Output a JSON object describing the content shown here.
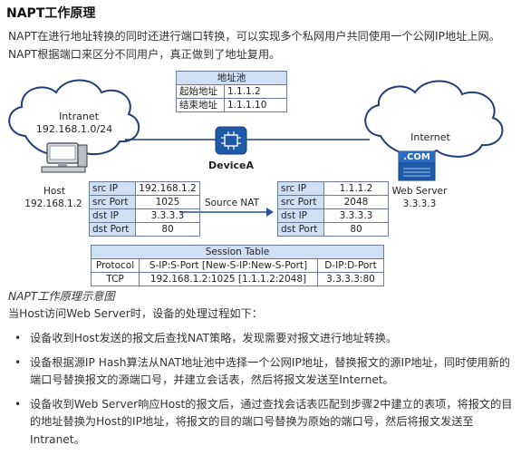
{
  "title": "NAPT工作原理",
  "intro": "NAPT在进行地址转换的同时还进行端口转换，可以实现多个私网用户共同使用一个公网IP地址上网。NAPT根据端口来区分不同用户，真正做到了地址复用。",
  "diagram": {
    "intranet_label": "Intranet",
    "intranet_subnet": "192.168.1.0/24",
    "internet_label": "Internet",
    "com_label": ".COM",
    "device_label": "DeviceA",
    "host_label": "Host",
    "host_ip": "192.168.1.2",
    "server_label": "Web Server",
    "server_ip": "3.3.3.3",
    "source_nat_label": "Source NAT",
    "address_pool": {
      "header": "地址池",
      "rows": [
        [
          "起始地址",
          "1.1.1.2"
        ],
        [
          "结束地址",
          "1.1.1.10"
        ]
      ]
    },
    "packet_before": [
      [
        "src IP",
        "192.168.1.2"
      ],
      [
        "src Port",
        "1025"
      ],
      [
        "dst IP",
        "3.3.3.3"
      ],
      [
        "dst Port",
        "80"
      ]
    ],
    "packet_after": [
      [
        "src IP",
        "1.1.1.2"
      ],
      [
        "src Port",
        "2048"
      ],
      [
        "dst IP",
        "3.3.3.3"
      ],
      [
        "dst Port",
        "80"
      ]
    ],
    "session_table": {
      "header": "Session Table",
      "columns": [
        "Protocol",
        "S-IP:S-Port [New-S-IP:New-S-Port]",
        "D-IP:D-Port"
      ],
      "row": [
        "TCP",
        "192.168.1.2:1025 [1.1.1.2:2048]",
        "3.3.3.3:80"
      ]
    },
    "colors": {
      "cloud_stroke": "#1f3f7a",
      "device_fill": "#1e5aa8",
      "table_header": "#cfe0f5",
      "table_border": "#6d7a96",
      "arrow": "#2a4f9c"
    }
  },
  "caption": "NAPT工作原理示意图",
  "process_intro": "当Host访问Web Server时，设备的处理过程如下：",
  "steps": [
    "设备收到Host发送的报文后查找NAT策略，发现需要对报文进行地址转换。",
    "设备根据源IP Hash算法从NAT地址池中选择一个公网IP地址，替换报文的源IP地址，同时使用新的端口号替换报文的源端口号，并建立会话表，然后将报文发送至Internet。",
    "设备收到Web Server响应Host的报文后，通过查找会话表匹配到步骤2中建立的表项，将报文的目的地址替换为Host的IP地址，将报文的目的端口号替换为原始的端口号，然后将报文发送至Intranet。"
  ]
}
